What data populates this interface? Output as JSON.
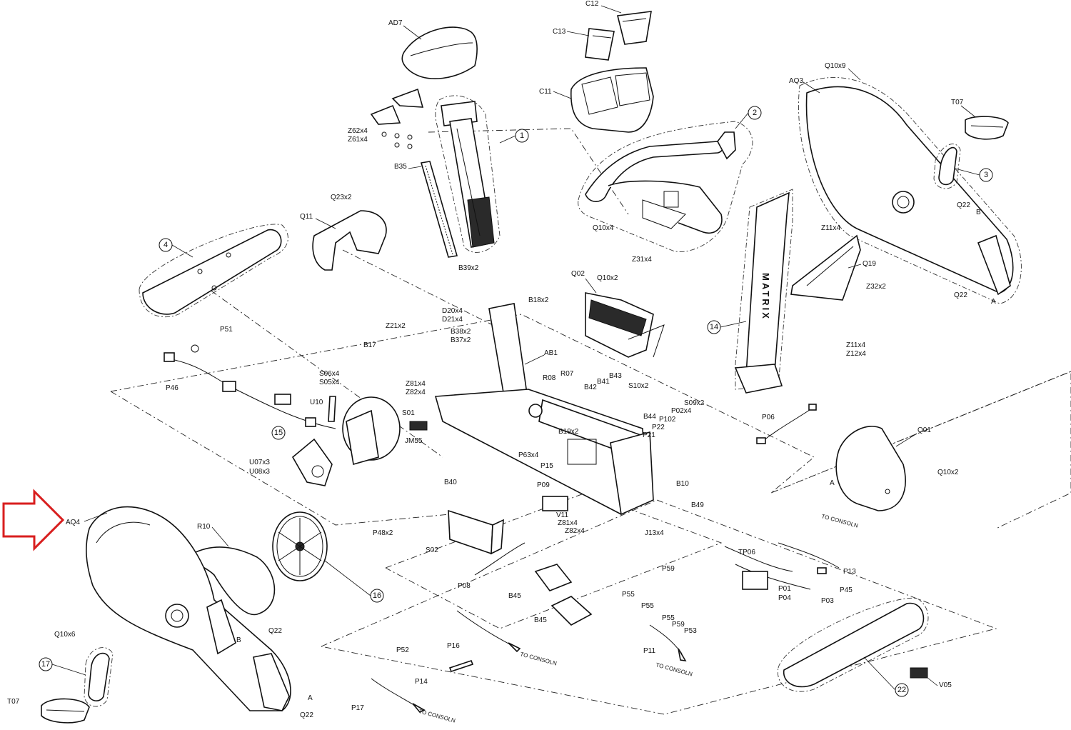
{
  "diagram": {
    "brand_text": "MATRIX",
    "callouts": [
      "1",
      "2",
      "3",
      "4",
      "14",
      "15",
      "16",
      "17",
      "22"
    ],
    "labels": {
      "AD7": "AD7",
      "C12": "C12",
      "C13": "C13",
      "C11": "C11",
      "Q10x9": "Q10x9",
      "AQ3": "AQ3",
      "T07_top": "T07",
      "Z62x4": "Z62x4",
      "Z61x4": "Z61x4",
      "B35": "B35",
      "B39x2": "B39x2",
      "Q23x2": "Q23x2",
      "Q11": "Q11",
      "Q10x4": "Q10x4",
      "Z31x4": "Z31x4",
      "Z11x4_top": "Z11x4",
      "Q19": "Q19",
      "Z32x2": "Z32x2",
      "Q22_top": "Q22",
      "B_top": "B",
      "Q22_right": "Q22",
      "A_right": "A",
      "Q02": "Q02",
      "Q10x2_top": "Q10x2",
      "B18x2": "B18x2",
      "D20x4": "D20x4",
      "D21x4": "D21x4",
      "B38x2": "B38x2",
      "B37x2": "B37x2",
      "Z21x2": "Z21x2",
      "B17": "B17",
      "AB1": "AB1",
      "R08": "R08",
      "R07": "R07",
      "B41": "B41",
      "B43": "B43",
      "B42": "B42",
      "S10x2": "S10x2",
      "Z11x4_mid": "Z11x4",
      "Z12x4": "Z12x4",
      "P51": "P51",
      "P46": "P46",
      "S06x4": "S06x4",
      "S05x4": "S05x4",
      "Z81x4_top": "Z81x4",
      "Z82x4_top": "Z82x4",
      "U10": "U10",
      "S01": "S01",
      "JM55": "JM55",
      "S09x2": "S09x2",
      "P02x4": "P02x4",
      "B44": "B44",
      "P102": "P102",
      "P22": "P22",
      "P21": "P21",
      "B19x2": "B19x2",
      "P06": "P06",
      "Q01": "Q01",
      "Q10x2_right": "Q10x2",
      "A_mid": "A",
      "U07x3": "U07x3",
      "U08x3": "U08x3",
      "P63x4": "P63x4",
      "P15": "P15",
      "B40": "B40",
      "P09": "P09",
      "B10": "B10",
      "V11": "V11",
      "Z81x4_bot": "Z81x4",
      "Z82x4_bot": "Z82x4",
      "B49": "B49",
      "J13x4": "J13x4",
      "TO_CONSOLE_1": "TO CONSOLN",
      "AQ4": "AQ4",
      "R10": "R10",
      "P48x2": "P48x2",
      "S02": "S02",
      "P08": "P08",
      "B45a": "B45",
      "B45b": "B45",
      "TP06": "TP06",
      "P13": "P13",
      "P45": "P45",
      "P01": "P01",
      "P04": "P04",
      "P03": "P03",
      "P59a": "P59",
      "P55a": "P55",
      "P55b": "P55",
      "P55c": "P55",
      "P59b": "P59",
      "P53": "P53",
      "Q10x6": "Q10x6",
      "Q22_bot": "Q22",
      "B_bot": "B",
      "A_bot": "A",
      "Q22_bot2": "Q22",
      "T07_bot": "T07",
      "P52": "P52",
      "P16": "P16",
      "TO_CONSOLE_2": "TO CONSOLN",
      "P14": "P14",
      "P17": "P17",
      "TO_CONSOLE_3": "TO CONSOLN",
      "P11": "P11",
      "TO_CONSOLE_4": "TO CONSOLN",
      "V05": "V05"
    }
  },
  "highlight": {
    "target": "AQ4",
    "arrow_color": "#d81e1e"
  }
}
